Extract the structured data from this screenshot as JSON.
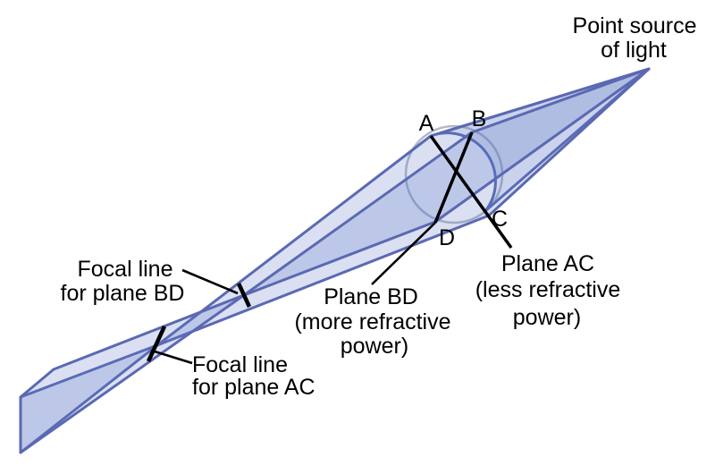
{
  "figure": {
    "point_source": {
      "line1": "Point source",
      "line2": "of light"
    },
    "lens_points": {
      "a": "A",
      "b": "B",
      "c": "C",
      "d": "D"
    },
    "focal_line_bd": {
      "line1": "Focal line",
      "line2": "for plane BD"
    },
    "focal_line_ac": {
      "line1": "Focal line",
      "line2": "for plane AC"
    },
    "plane_bd": {
      "line1": "Plane BD",
      "line2": "(more refractive",
      "line3": "power)"
    },
    "plane_ac": {
      "line1": "Plane AC",
      "line2": "(less refractive",
      "line3": "power)"
    },
    "colors": {
      "beam_fill": "#5872c5",
      "beam_stroke": "#5b69b3",
      "lens_stroke": "#b2bac8",
      "annotation": "#000000",
      "background": "#ffffff"
    }
  }
}
